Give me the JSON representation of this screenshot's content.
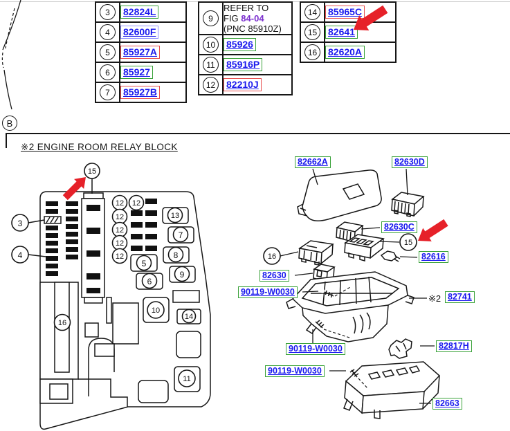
{
  "section": {
    "label": "B",
    "title": "※2 ENGINE ROOM RELAY BLOCK"
  },
  "parts_table": {
    "group1": {
      "rows": [
        {
          "num": "3",
          "part": "82824L",
          "border": "green"
        },
        {
          "num": "4",
          "part": "82600F",
          "border": "blue"
        },
        {
          "num": "5",
          "part": "85927A",
          "border": "red"
        },
        {
          "num": "6",
          "part": "85927",
          "border": "green"
        },
        {
          "num": "7",
          "part": "85927B",
          "border": "red"
        }
      ]
    },
    "group2": {
      "refer": {
        "num": "9",
        "line1": "REFER TO",
        "line2_pre": "FIG",
        "fig": "84-04",
        "line3": "(PNC 85910Z)"
      },
      "rows": [
        {
          "num": "10",
          "part": "85926",
          "border": "green"
        },
        {
          "num": "11",
          "part": "85916P",
          "border": "green"
        },
        {
          "num": "12",
          "part": "82210J",
          "border": "red"
        }
      ]
    },
    "group3": {
      "rows": [
        {
          "num": "14",
          "part": "85965C",
          "border": "red"
        },
        {
          "num": "15",
          "part": "82641",
          "border": "green",
          "arrow": true
        },
        {
          "num": "16",
          "part": "82620A",
          "border": "green"
        }
      ]
    }
  },
  "left_diagram": {
    "callouts": [
      "3",
      "4",
      "15",
      "12",
      "12",
      "12",
      "12",
      "12",
      "12",
      "13",
      "7",
      "8",
      "9",
      "5",
      "6",
      "10",
      "14",
      "11",
      "16"
    ]
  },
  "right_diagram": {
    "callouts": [
      "16",
      "15"
    ],
    "note_prefix": "※2",
    "labels": [
      "82662A",
      "82630D",
      "82630C",
      "82616",
      "82630",
      "90119-W0030",
      "82741",
      "90119-W0030",
      "82817H",
      "90119-W0030",
      "82663"
    ]
  },
  "colors": {
    "link_blue": "#1a1aee",
    "border_green": "#3aa23a",
    "border_red": "#e85050",
    "border_blue": "#8f8fff",
    "fig_purple": "#7b2fce",
    "arrow_red": "#e62129",
    "line_black": "#161616"
  }
}
